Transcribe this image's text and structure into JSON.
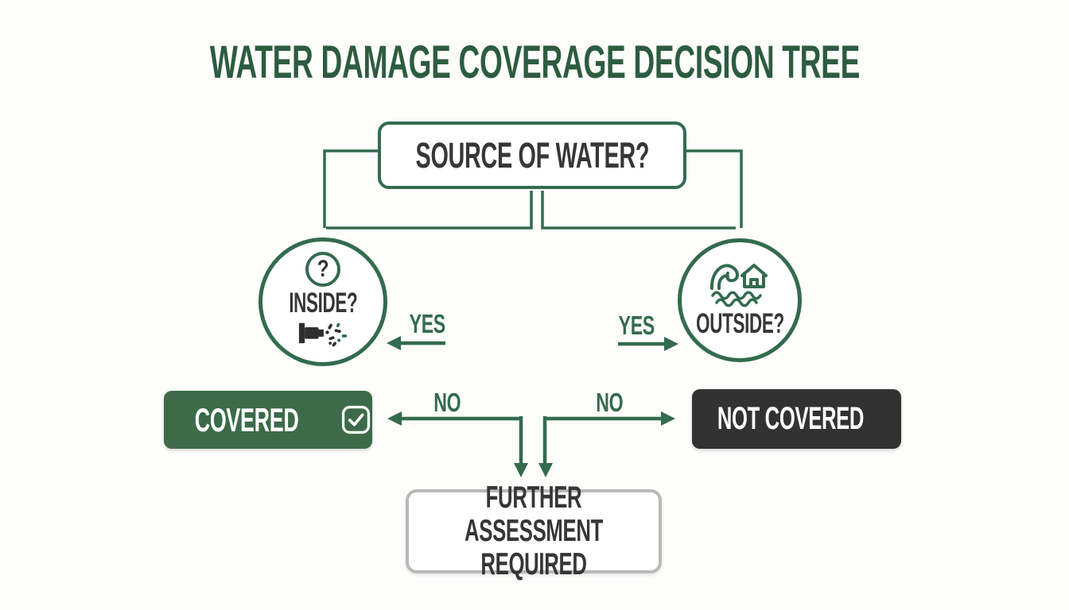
{
  "title": "WATER DAMAGE COVERAGE DECISION TREE",
  "nodes": {
    "source": {
      "label": "SOURCE OF WATER?"
    },
    "inside": {
      "label": "INSIDE?",
      "icon_top": "question-circle-icon",
      "icon_bottom": "burst-pipe-icon"
    },
    "outside": {
      "label": "OUTSIDE?",
      "icon": "flood-wave-house-icon"
    },
    "covered": {
      "label": "COVERED",
      "icon": "check-square-icon"
    },
    "not_covered": {
      "label": "NOT COVERED",
      "icon": "x-square-icon"
    },
    "further_assessment": {
      "label": "FURTHER ASSESSMENT REQUIRED"
    }
  },
  "edges": {
    "inside_yes": {
      "label": "YES"
    },
    "outside_yes": {
      "label": "YES"
    },
    "inside_no": {
      "label": "NO"
    },
    "outside_no": {
      "label": "NO"
    }
  },
  "icons": {
    "question_mark": "?"
  },
  "colors": {
    "line_green": "#336b4e",
    "title_green": "#2d5c40",
    "covered_bg": "#3d6b4a",
    "not_covered_bg": "#323232",
    "text_charcoal": "#363636",
    "gray_border": "#b9b9b9",
    "background": "#fdfdfc"
  }
}
